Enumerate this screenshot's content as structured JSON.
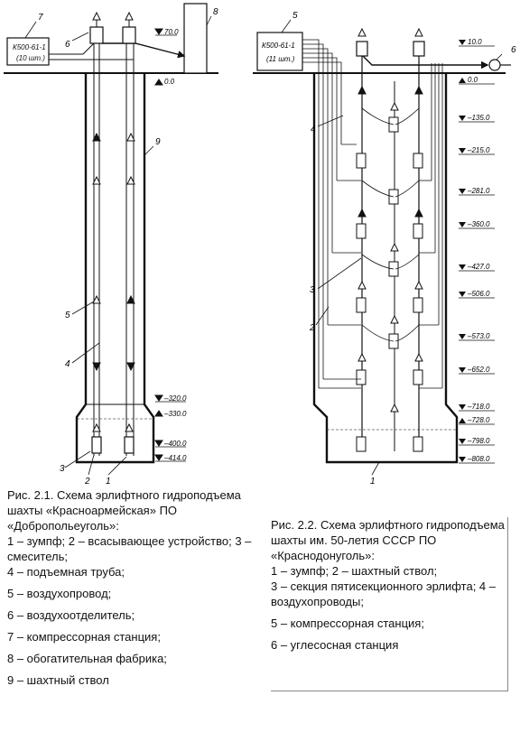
{
  "left_figure": {
    "compressor_label": "К500-61-1",
    "compressor_count": "(10 шт.)",
    "levels": [
      "70.0",
      "0.0",
      "–320.0",
      "–330.0",
      "–400.0",
      "–414.0"
    ],
    "numbers": [
      "7",
      "6",
      "8",
      "9",
      "5",
      "4",
      "3",
      "2",
      "1"
    ]
  },
  "right_figure": {
    "compressor_label": "К500-61-1",
    "compressor_count": "(11 шт.)",
    "levels": [
      "10.0",
      "0.0",
      "–135.0",
      "–215.0",
      "–281.0",
      "–360.0",
      "–427.0",
      "–506.0",
      "–573.0",
      "–652.0",
      "–718.0",
      "–728.0",
      "–798.0",
      "–808.0"
    ],
    "numbers": [
      "5",
      "6",
      "4",
      "3",
      "2",
      "1"
    ]
  },
  "caption_left": {
    "title": "Рис. 2.1. Схема эрлифтного гидроподъема шахты «Красноармейская» ПО «Добропольеуголь»:",
    "items": [
      "1 – зумпф; 2 – всасывающее устройство; 3 – смеситель;",
      "4 – подъемная труба;",
      "5 – воздухопровод;",
      "6 – воздухоотделитель;",
      "7 – компрессорная станция;",
      "8 – обогатительная фабрика;",
      " 9 – шахтный ствол"
    ]
  },
  "caption_right": {
    "title": "Рис. 2.2. Схема эрлифтного гидроподъема шахты им. 50-летия СССР ПО «Краснодонуголь»:",
    "items": [
      "1 – зумпф; 2 – шахтный ствол;",
      "3 – секция пятисекционного эрлифта; 4 – воздухопроводы;",
      "5 – компрессорная станция;",
      "6 – углесосная станция"
    ]
  }
}
